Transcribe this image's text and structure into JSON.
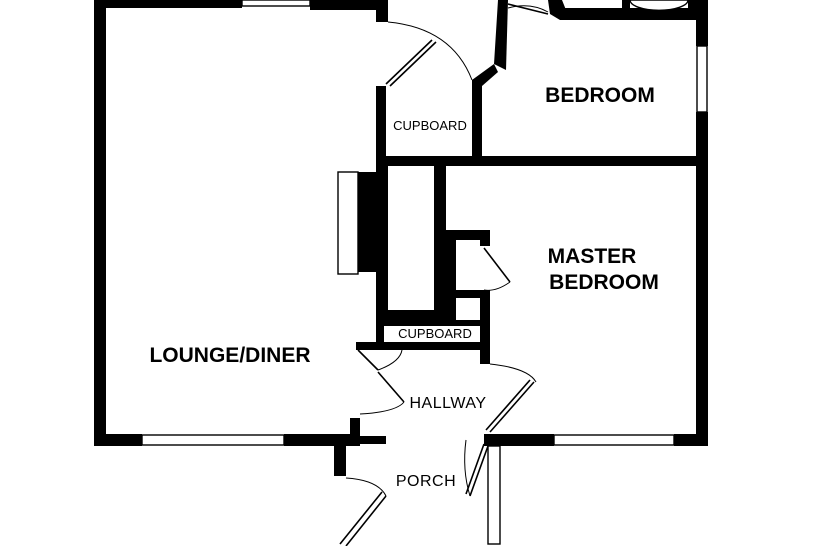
{
  "rooms": {
    "bedroom": "BEDROOM",
    "master_line1": "MASTER",
    "master_line2": "BEDROOM",
    "lounge": "LOUNGE/DINER",
    "cupboard_upper": "CUPBOARD",
    "cupboard_lower": "CUPBOARD",
    "hallway": "HALLWAY",
    "porch": "PORCH"
  },
  "colors": {
    "wall": "#000000",
    "background": "#ffffff"
  }
}
